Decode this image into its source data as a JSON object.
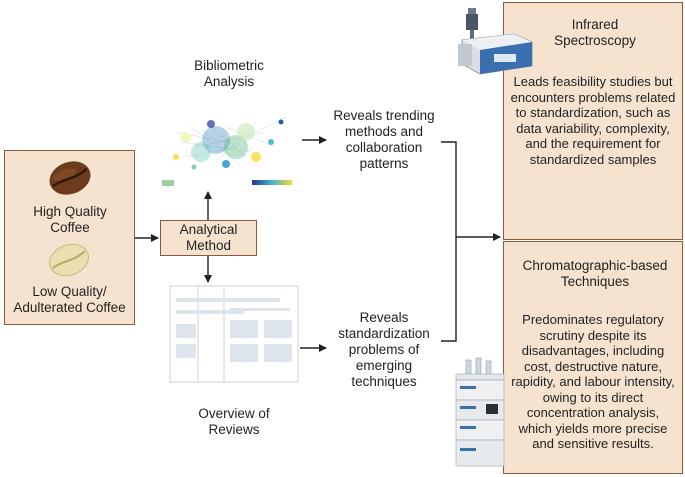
{
  "left_box": {
    "high_quality_label": "High Quality Coffee",
    "low_quality_label": "Low Quality/ Adulterated Coffee"
  },
  "analytical_method": {
    "label": "Analytical Method"
  },
  "bibliometric": {
    "title": "Bibliometric Analysis",
    "result": "Reveals trending methods and collaboration patterns"
  },
  "reviews": {
    "title": "Overview of Reviews",
    "result": "Reveals standardization problems of emerging techniques"
  },
  "infrared": {
    "title": "Infrared Spectroscopy",
    "description": "Leads feasibility studies but encounters problems related to standardization, such as data variability, complexity, and the requirement for standardized samples"
  },
  "chromatographic": {
    "title": "Chromatographic-based Techniques",
    "description": "Predominates regulatory scrutiny despite its disadvantages, including cost, destructive nature, rapidity, and labour intensity, owing to its direct concentration analysis, which yields more precise and sensitive results."
  },
  "colors": {
    "box_fill": "#f6e3cf",
    "box_border": "#8a5a3a",
    "roasted_bean": "#6b3b1c",
    "green_bean": "#e9dfb0"
  },
  "icons": [
    "roasted-coffee-bean-icon",
    "green-coffee-bean-icon",
    "network-map-icon",
    "document-stack-icon",
    "spectrometer-icon",
    "hplc-instrument-icon"
  ]
}
